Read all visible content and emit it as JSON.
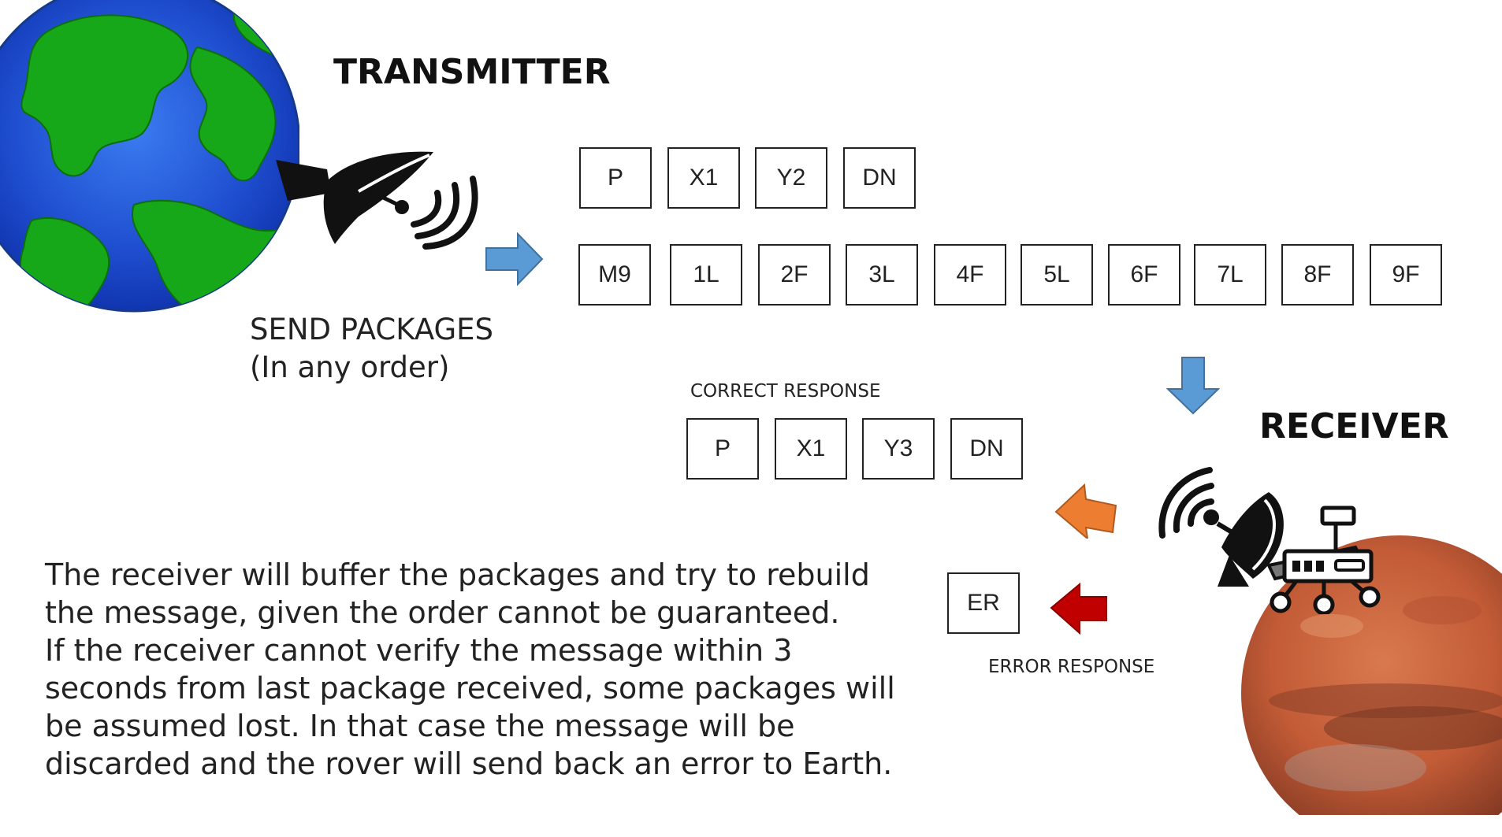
{
  "transmitter": {
    "title": "TRANSMITTER",
    "send_label_line1": "SEND PACKAGES",
    "send_label_line2": "(In any order)"
  },
  "receiver": {
    "title": "RECEIVER"
  },
  "packages_row1": [
    "P",
    "X1",
    "Y2",
    "DN"
  ],
  "packages_row2": [
    "M9",
    "1L",
    "2F",
    "3L",
    "4F",
    "5L",
    "6F",
    "7L",
    "8F",
    "9F"
  ],
  "correct_response": {
    "label": "CORRECT RESPONSE",
    "packages": [
      "P",
      "X1",
      "Y3",
      "DN"
    ]
  },
  "error_response": {
    "label": "ERROR RESPONSE",
    "package": "ER"
  },
  "description": {
    "lines": [
      "The receiver will buffer the packages and try to rebuild",
      "the message, given the order cannot be guaranteed.",
      "If the receiver cannot verify the message within 3",
      "seconds from last package received, some packages will",
      "be assumed lost. In that case the message will be",
      "discarded and the rover will send back an error to Earth."
    ]
  },
  "colors": {
    "earth_ocean": "#2a5fd6",
    "earth_land": "#1aa51a",
    "mars": "#c8623f",
    "arrow_blue": "#5b9bd5",
    "arrow_orange": "#ed7d31",
    "arrow_red": "#c00000"
  }
}
